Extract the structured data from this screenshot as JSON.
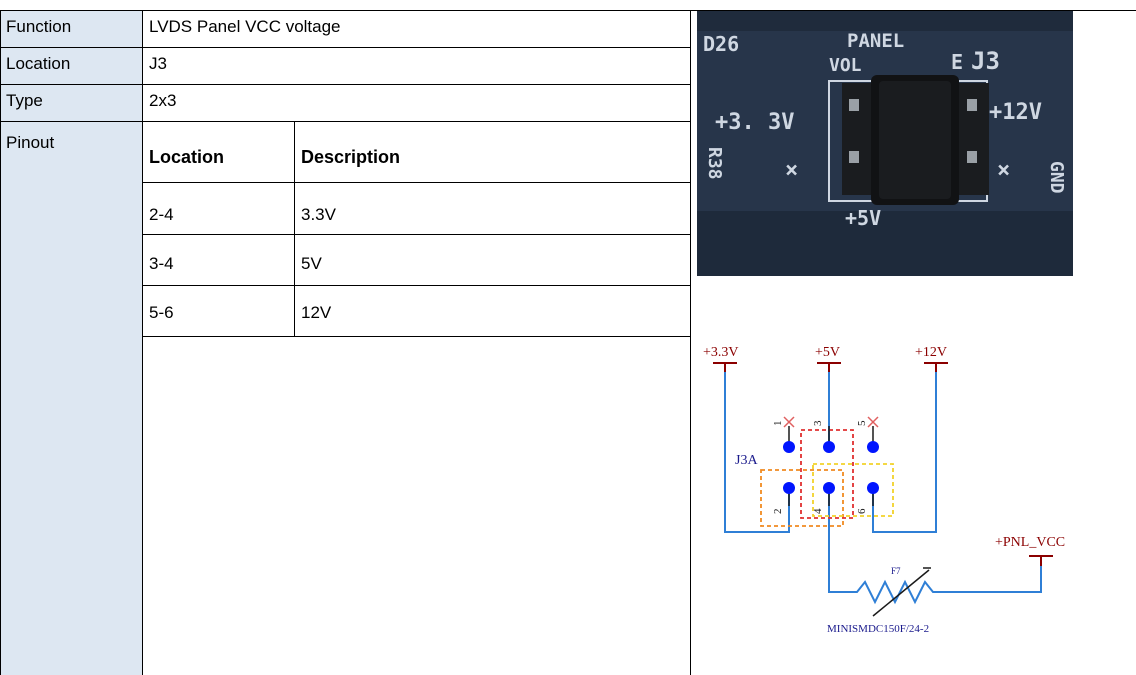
{
  "table": {
    "rows": [
      {
        "label": "Function",
        "value": "LVDS Panel VCC voltage"
      },
      {
        "label": "Location",
        "value": "J3"
      },
      {
        "label": "Type",
        "value": "2x3"
      }
    ],
    "pinout_label": "Pinout",
    "pinout_headers": {
      "location": "Location",
      "description": "Description"
    },
    "pinout_rows": [
      {
        "location": "2-4",
        "description": "3.3V"
      },
      {
        "location": "3-4",
        "description": "5V"
      },
      {
        "location": "5-6",
        "description": "12V"
      }
    ]
  },
  "photo": {
    "silkscreen": {
      "panel": "PANEL",
      "vol": "VOL",
      "e": "E",
      "j3": "J3",
      "v33": "+3. 3V",
      "v12": "+12V",
      "v5": "+5V",
      "r38": "R38",
      "gnd": "GND",
      "x_left": "×",
      "x_right": "×",
      "top_code": "D26"
    },
    "colors": {
      "board": "#27354a",
      "silk": "#d4dbe5",
      "header": "#1a1c1f"
    }
  },
  "schematic": {
    "rails": {
      "v33": "+3.3V",
      "v5": "+5V",
      "v12": "+12V"
    },
    "connector": "J3A",
    "pins": {
      "p1": "1",
      "p2": "2",
      "p3": "3",
      "p4": "4",
      "p5": "5",
      "p6": "6"
    },
    "output": "+PNL_VCC",
    "fuse_ref": "F7",
    "fuse_part": "MINISMDC150F/24-2",
    "colors": {
      "rail": "#8b0000",
      "wire": "#2f7fd6",
      "pin": "#0015ff",
      "box_red": "#e03030",
      "box_orange": "#f08a20",
      "box_yellow": "#f2d22a",
      "text": "#1a1a8c"
    }
  }
}
